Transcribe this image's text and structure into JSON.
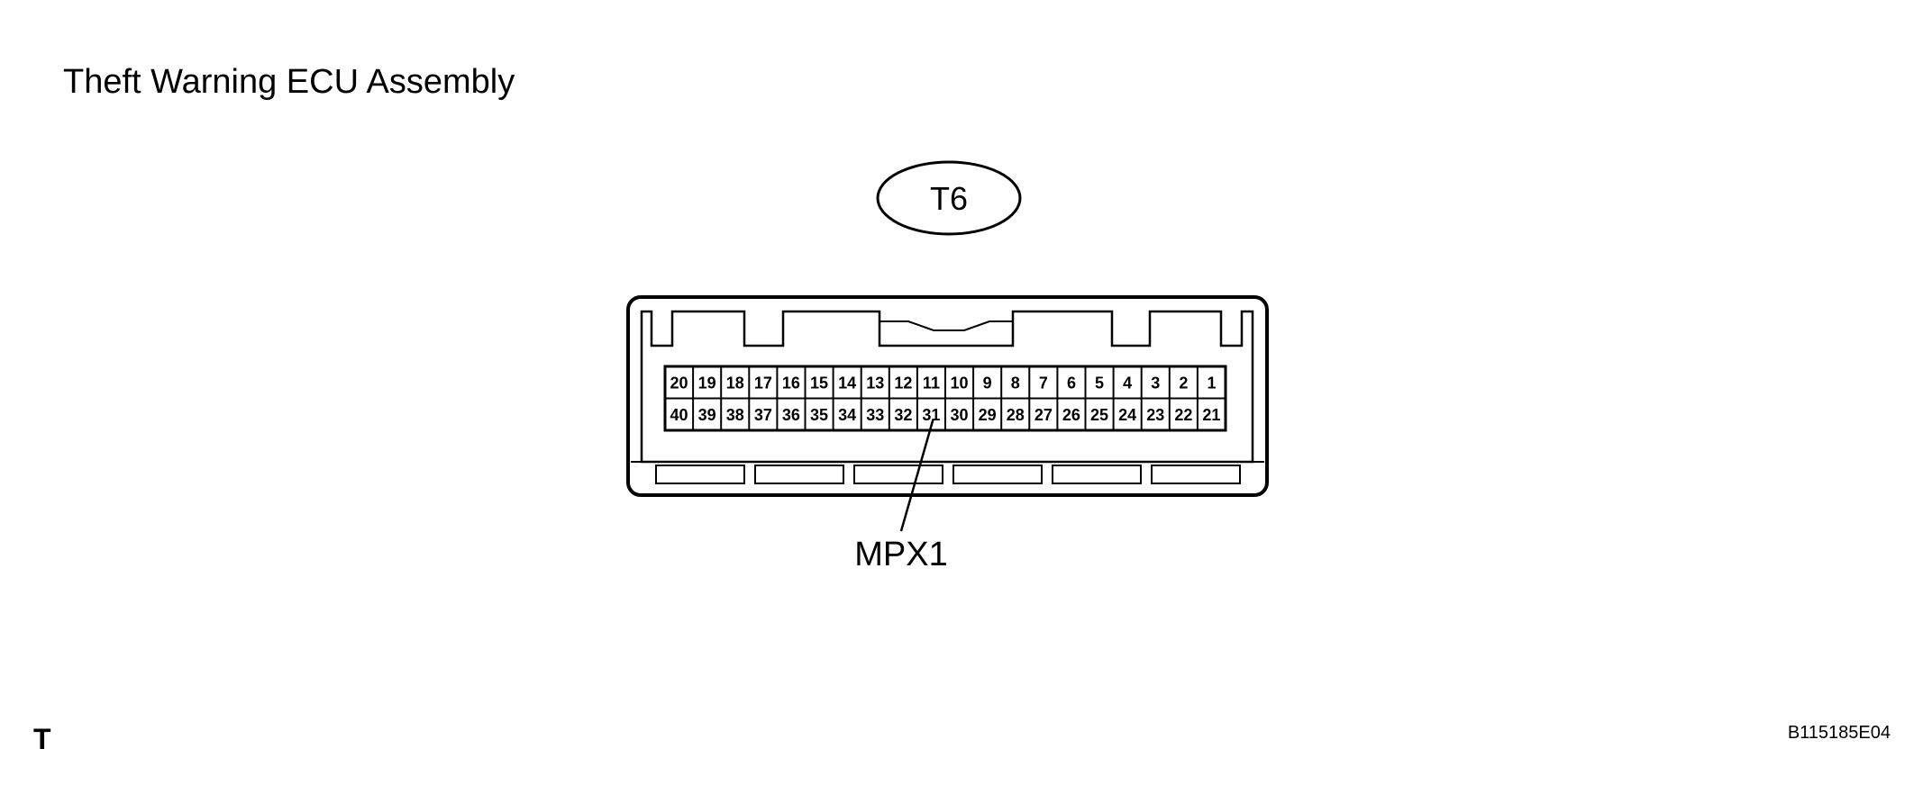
{
  "title": "Theft Warning ECU Assembly",
  "connector": {
    "label": "T6",
    "top_row": [
      "20",
      "19",
      "18",
      "17",
      "16",
      "15",
      "14",
      "13",
      "12",
      "11",
      "10",
      "9",
      "8",
      "7",
      "6",
      "5",
      "4",
      "3",
      "2",
      "1"
    ],
    "bottom_row": [
      "40",
      "39",
      "38",
      "37",
      "36",
      "35",
      "34",
      "33",
      "32",
      "31",
      "30",
      "29",
      "28",
      "27",
      "26",
      "25",
      "24",
      "23",
      "22",
      "21"
    ]
  },
  "callout": {
    "label": "MPX1",
    "pin": "31"
  },
  "footer": {
    "corner_letter": "T",
    "figure_code": "B115185E04"
  }
}
